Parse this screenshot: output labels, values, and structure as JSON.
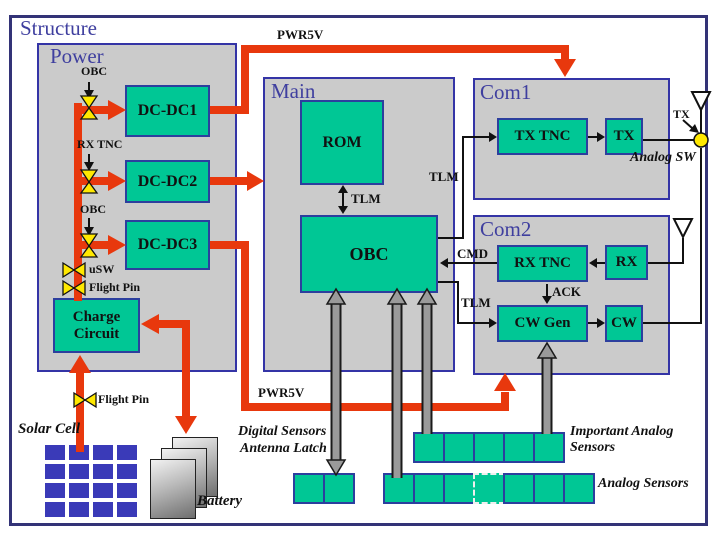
{
  "slide": {
    "structure_label": "Structure",
    "panels": {
      "power": "Power",
      "main": "Main",
      "com1": "Com1",
      "com2": "Com2"
    },
    "boxes": {
      "dcdc1": "DC-DC1",
      "dcdc2": "DC-DC2",
      "dcdc3": "DC-DC3",
      "charge_circuit": "Charge Circuit",
      "rom": "ROM",
      "obc": "OBC",
      "tx_tnc": "TX TNC",
      "tx": "TX",
      "rx_tnc": "RX TNC",
      "rx": "RX",
      "cw_gen": "CW Gen",
      "cw": "CW"
    },
    "labels": {
      "pwr5v_top": "PWR5V",
      "pwr5v_bottom": "PWR5V",
      "obc_switch1": "OBC",
      "rx_tnc_switch": "RX TNC",
      "obc_switch2": "OBC",
      "usw": "uSW",
      "flight_pin1": "Flight Pin",
      "flight_pin2": "Flight Pin",
      "tlm_rom_obc": "TLM",
      "tlm_to_txtnc": "TLM",
      "tlm_to_cwgen": "TLM",
      "cmd": "CMD",
      "ack": "ACK",
      "tx_antenna": "TX",
      "analog_sw": "Analog SW",
      "solar_cell": "Solar Cell",
      "battery": "Battery",
      "digital_sensors": "Digital Sensors",
      "antenna_latch": "Antenna Latch",
      "important_analog_sensors": "Important Analog Sensors",
      "analog_sensors": "Analog Sensors"
    },
    "sensors": {
      "digital_row_count": 2,
      "analog_row_count": 7,
      "analog_dashed_index": 3,
      "important_row_count": 5
    },
    "solar_grid": {
      "rows": 4,
      "cols": 4
    },
    "battery_cards": 3,
    "colors": {
      "power_line_red": "#e8380d",
      "box_teal": "#00c795",
      "panel_gray": "#cbcbcb",
      "border_blue": "#3434a6",
      "label_navy": "#3f3f9f",
      "switch_yellow": "#ffe800",
      "bus_gray": "#9a9a9a",
      "solar_blue": "#3a3ab8"
    }
  }
}
